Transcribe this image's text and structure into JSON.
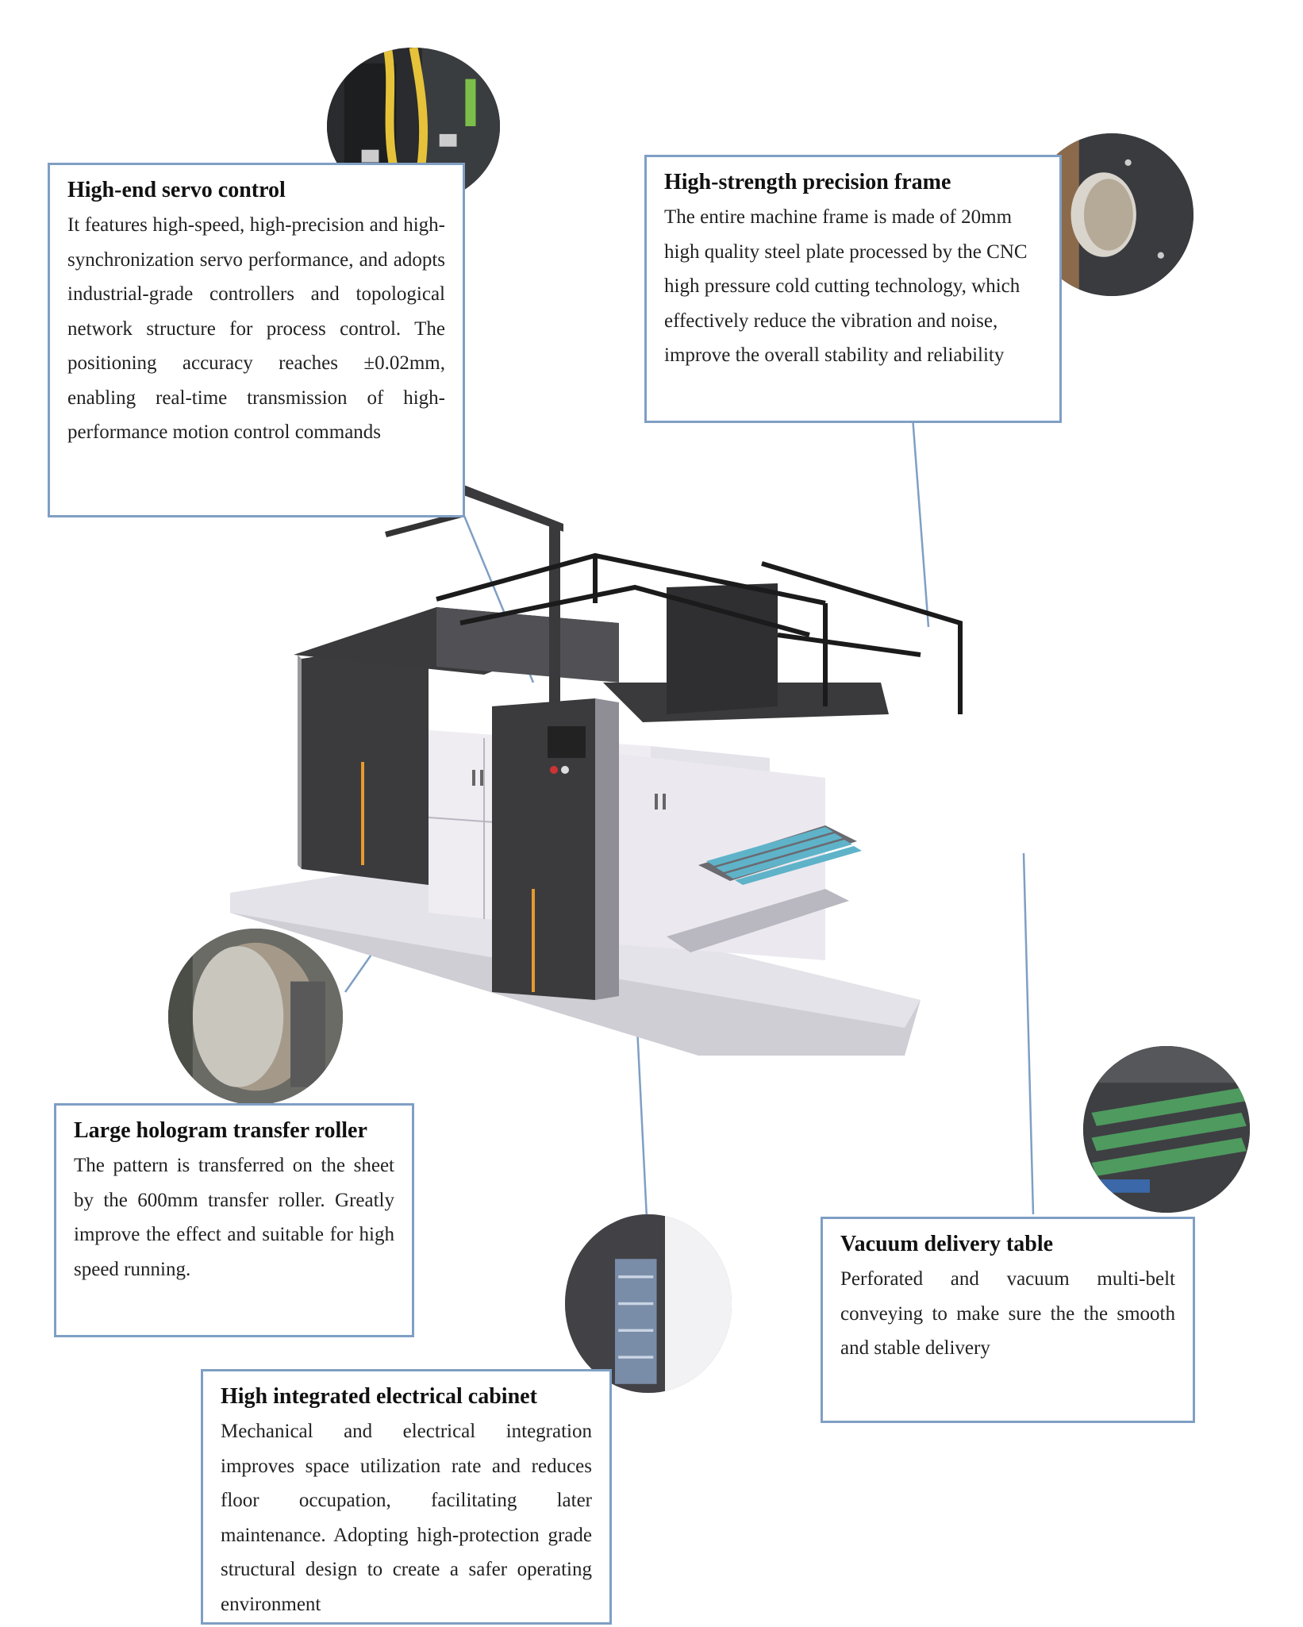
{
  "callouts": {
    "servo": {
      "title": "High-end servo control",
      "body": "It features high-speed, high-precision and high-synchronization servo performance, and adopts industrial-grade controllers and topological network structure for process control. The positioning accuracy reaches ±0.02mm, enabling real-time transmission of high-performance motion control commands"
    },
    "frame": {
      "title": "High-strength precision frame",
      "body": "The entire machine frame is made of 20mm high quality steel plate processed by the CNC high pressure cold cutting technology, which effectively reduce the vibration and noise, improve the overall stability and reliability"
    },
    "roller": {
      "title": "Large hologram transfer roller",
      "body": "The pattern is transferred on the sheet by the 600mm transfer roller. Greatly improve the effect and suitable for high speed running."
    },
    "cabinet": {
      "title": "High integrated electrical cabinet",
      "body": "Mechanical and electrical integration improves space utilization rate and reduces floor occupation, facilitating later maintenance. Adopting high-protection grade structural design to create a safer operating environment"
    },
    "delivery": {
      "title": "Vacuum delivery table",
      "body": "Perforated and vacuum multi-belt conveying to make sure the the smooth and stable delivery"
    }
  },
  "icons": [
    "servo-photo",
    "frame-photo",
    "roller-photo",
    "cabinet-photo",
    "delivery-photo",
    "machine-illustration"
  ],
  "colors": {
    "border": "#7f9fc4",
    "machine_dark": "#3a3a3c",
    "machine_light": "#e9e7ee",
    "accent": "#e69a2e",
    "belt": "#5fb3c9"
  }
}
